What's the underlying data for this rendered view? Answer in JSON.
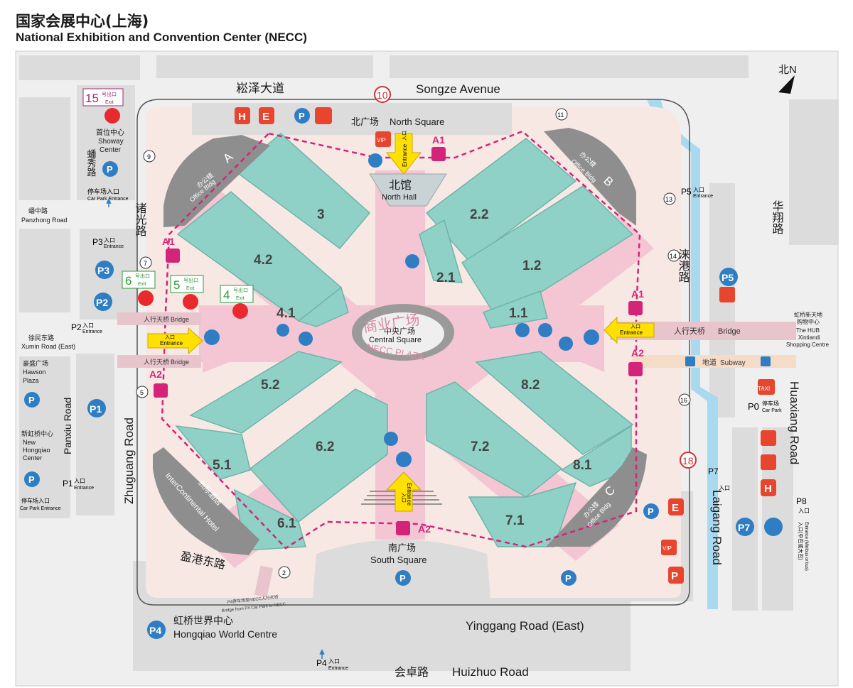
{
  "header": {
    "title_cn": "国家会展中心(上海)",
    "title_en": "National Exhibition and Convention Center (NECC)"
  },
  "compass": {
    "label": "北N"
  },
  "colors": {
    "hall": "#8fd1c6",
    "plaza": "#f4c6d3",
    "dash": "#d4247a",
    "block": "#dcdcdc",
    "water": "#a9d9ef",
    "metro": "#e8292e",
    "parking": "#2f7dc2",
    "bridge": "#e8c4cc",
    "arrow": "#ffe000"
  },
  "roads": {
    "songze_cn": "崧泽大道",
    "songze_en": "Songze Avenue",
    "panxiu_cn": "蟠秀路",
    "panzhong": "蟠中路",
    "panzhong_en": "Panzhong Road",
    "zhuguang_cn": "诸光路",
    "zhuguang_en": "Zhuguang Road",
    "panxiu_en": "Panxiu Road",
    "xumin_cn": "徐民东路",
    "xumin_en": "Xumin Road (East)",
    "laigang_cn": "涞港路",
    "laigang_en": "Laigang Road",
    "huaxiang_cn": "华翔路",
    "huaxiang_en": "Huaxiang Road",
    "yinggang_cn": "盈港东路",
    "yinggang_en": "Yinggang Road (East)",
    "huizhuo_cn": "会卓路",
    "huizhuo_en": "Huizhuo Road"
  },
  "gates": [
    "10",
    "11",
    "9",
    "13",
    "7",
    "14",
    "5",
    "16",
    "18",
    "2"
  ],
  "halls": [
    "3",
    "2.2",
    "4.2",
    "1.2",
    "2.1",
    "4.1",
    "1.1",
    "5.2",
    "8.2",
    "6.2",
    "7.2",
    "5.1",
    "8.1",
    "6.1",
    "7.1"
  ],
  "areas": {
    "north_square_cn": "北广场",
    "north_square_en": "North Square",
    "north_hall_cn": "北馆",
    "north_hall_en": "North Hall",
    "south_square_cn": "南广场",
    "south_square_en": "South Square",
    "central_cn": "中央广场",
    "central_en": "Central Square",
    "plaza_cn": "商业广场",
    "plaza_en": "NECC PLAZA",
    "office_a_cn": "办公楼",
    "office_a_en": "Office Bldg",
    "office_a_letter": "A",
    "office_b_cn": "办公楼",
    "office_b_en": "Office Bldg",
    "office_b_letter": "B",
    "office_c_cn": "办公楼",
    "office_c_en": "Office Bldg",
    "office_c_letter": "C",
    "hotel_cn": "洲际酒店",
    "hotel_en": "InterContinental Hotel",
    "showay_cn": "首位中心",
    "showay_en1": "Showay",
    "showay_en2": "Center",
    "hawson_cn": "豪盛广场",
    "hawson_en1": "Hawson",
    "hawson_en2": "Plaza",
    "newhq_cn": "新虹桥中心",
    "newhq_en1": "New",
    "newhq_en2": "Hongqiao",
    "newhq_en3": "Center",
    "hub_cn": "虹桥新天地",
    "hub_cn2": "购物中心",
    "hub_en1": "The HUB",
    "hub_en2": "Xintiandi",
    "hub_en3": "Shopping Centre",
    "hqworld_cn": "虹桥世界中心",
    "hqworld_en": "Hongqiao World Centre"
  },
  "bridges": {
    "cn": "人行天桥",
    "en": "Bridge",
    "subway_cn": "地道",
    "subway_en": "Subway",
    "p4_note_cn": "P4停车场至NECC人行天桥",
    "p4_note_en": "Bridge from P4 Car Park to NECC"
  },
  "metro_exits": {
    "e15": "15",
    "e6": "6",
    "e5": "5",
    "e4": "4",
    "exit_cn": "号出口",
    "exit_en": "Exit"
  },
  "parking": {
    "p1": "P1",
    "p2": "P2",
    "p3": "P3",
    "p5": "P5",
    "p7": "P7",
    "p8": "P8",
    "p4": "P4",
    "p0": "P0",
    "entrance_cn": "入口",
    "entrance_en": "Entrance",
    "carpark_cn": "停车场入口",
    "carpark_en": "Car Park Entrance",
    "p0_cn": "停车场",
    "p0_en": "Car Park",
    "p8_note_cn": "入口(中巴或大巴)",
    "p8_note_en": "Entrance (Minibus or bus)",
    "p2_label": "P2",
    "p3_label": "P3",
    "p5_label": "P5",
    "p7_label": "P7",
    "p1_label": "P1",
    "p4_label": "P4"
  },
  "entrances": {
    "a1": "A1",
    "a2": "A2",
    "entrance_cn": "入口",
    "entrance_en": "Entrance"
  },
  "icons": {
    "h": "H",
    "e": "E",
    "p": "P",
    "vip": "VIP",
    "taxi": "TAXI"
  }
}
